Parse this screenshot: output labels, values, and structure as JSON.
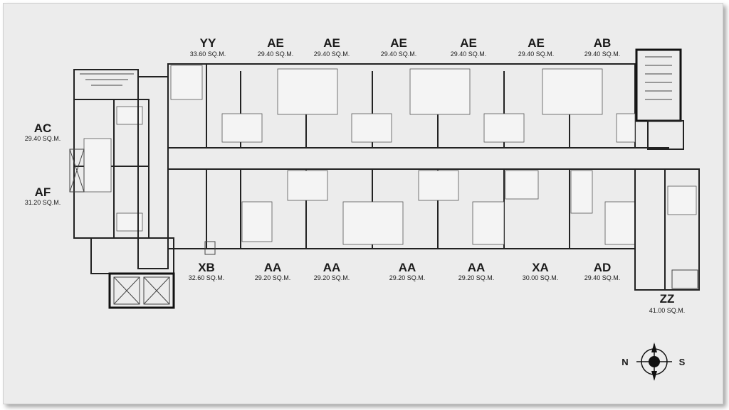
{
  "units_top": [
    {
      "name": "YY",
      "area": "33.60 SQ.M."
    },
    {
      "name": "AE",
      "area": "29.40 SQ.M."
    },
    {
      "name": "AE",
      "area": "29.40 SQ.M."
    },
    {
      "name": "AE",
      "area": "29.40 SQ.M."
    },
    {
      "name": "AE",
      "area": "29.40 SQ.M."
    },
    {
      "name": "AE",
      "area": "29.40 SQ.M."
    },
    {
      "name": "AB",
      "area": "29.40 SQ.M."
    }
  ],
  "units_bottom": [
    {
      "name": "XB",
      "area": "32.60 SQ.M."
    },
    {
      "name": "AA",
      "area": "29.20 SQ.M."
    },
    {
      "name": "AA",
      "area": "29.20 SQ.M."
    },
    {
      "name": "AA",
      "area": "29.20 SQ.M."
    },
    {
      "name": "AA",
      "area": "29.20 SQ.M."
    },
    {
      "name": "XA",
      "area": "30.00 SQ.M."
    },
    {
      "name": "AD",
      "area": "29.40 SQ.M."
    }
  ],
  "units_left": [
    {
      "name": "AC",
      "area": "29.40 SQ.M."
    },
    {
      "name": "AF",
      "area": "31.20 SQ.M."
    }
  ],
  "unit_corner": {
    "name": "ZZ",
    "area": "41.00 SQ.M."
  },
  "compass": {
    "north": "N",
    "south": "S"
  }
}
